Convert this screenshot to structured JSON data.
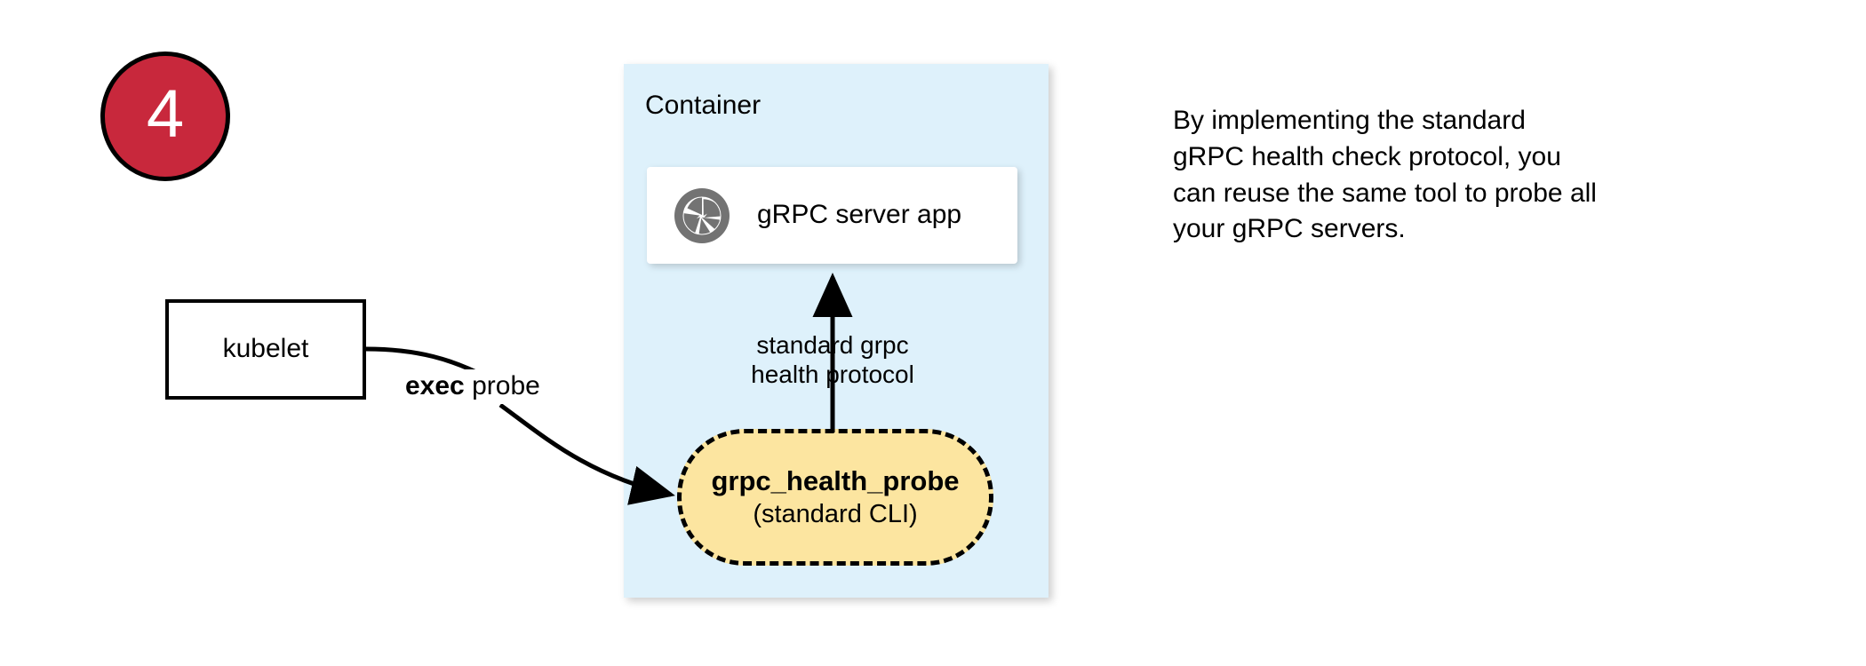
{
  "step": {
    "number": "4",
    "badge_color": "#C8283C",
    "badge_border_color": "#000000",
    "number_color": "#ffffff"
  },
  "kubelet": {
    "label": "kubelet"
  },
  "edges": {
    "exec_probe": {
      "label_bold": "exec",
      "label_rest": " probe"
    },
    "health_protocol": {
      "line1": "standard grpc",
      "line2": "health protocol"
    }
  },
  "container": {
    "title": "Container",
    "fill_color": "#DEF1FB",
    "server_card": {
      "label": "gRPC server app",
      "icon": "aperture-icon",
      "icon_color": "#737373",
      "fill_color": "#ffffff"
    },
    "probe_pill": {
      "title": "grpc_health_probe",
      "subtitle": "(standard CLI)",
      "fill_color": "#FCE5A0",
      "border_style": "dashed",
      "border_color": "#000000"
    }
  },
  "note": {
    "line1": "By implementing the standard",
    "line2": "gRPC health check protocol, you",
    "line3": "can reuse the same tool to probe all",
    "line4": "your gRPC servers."
  }
}
